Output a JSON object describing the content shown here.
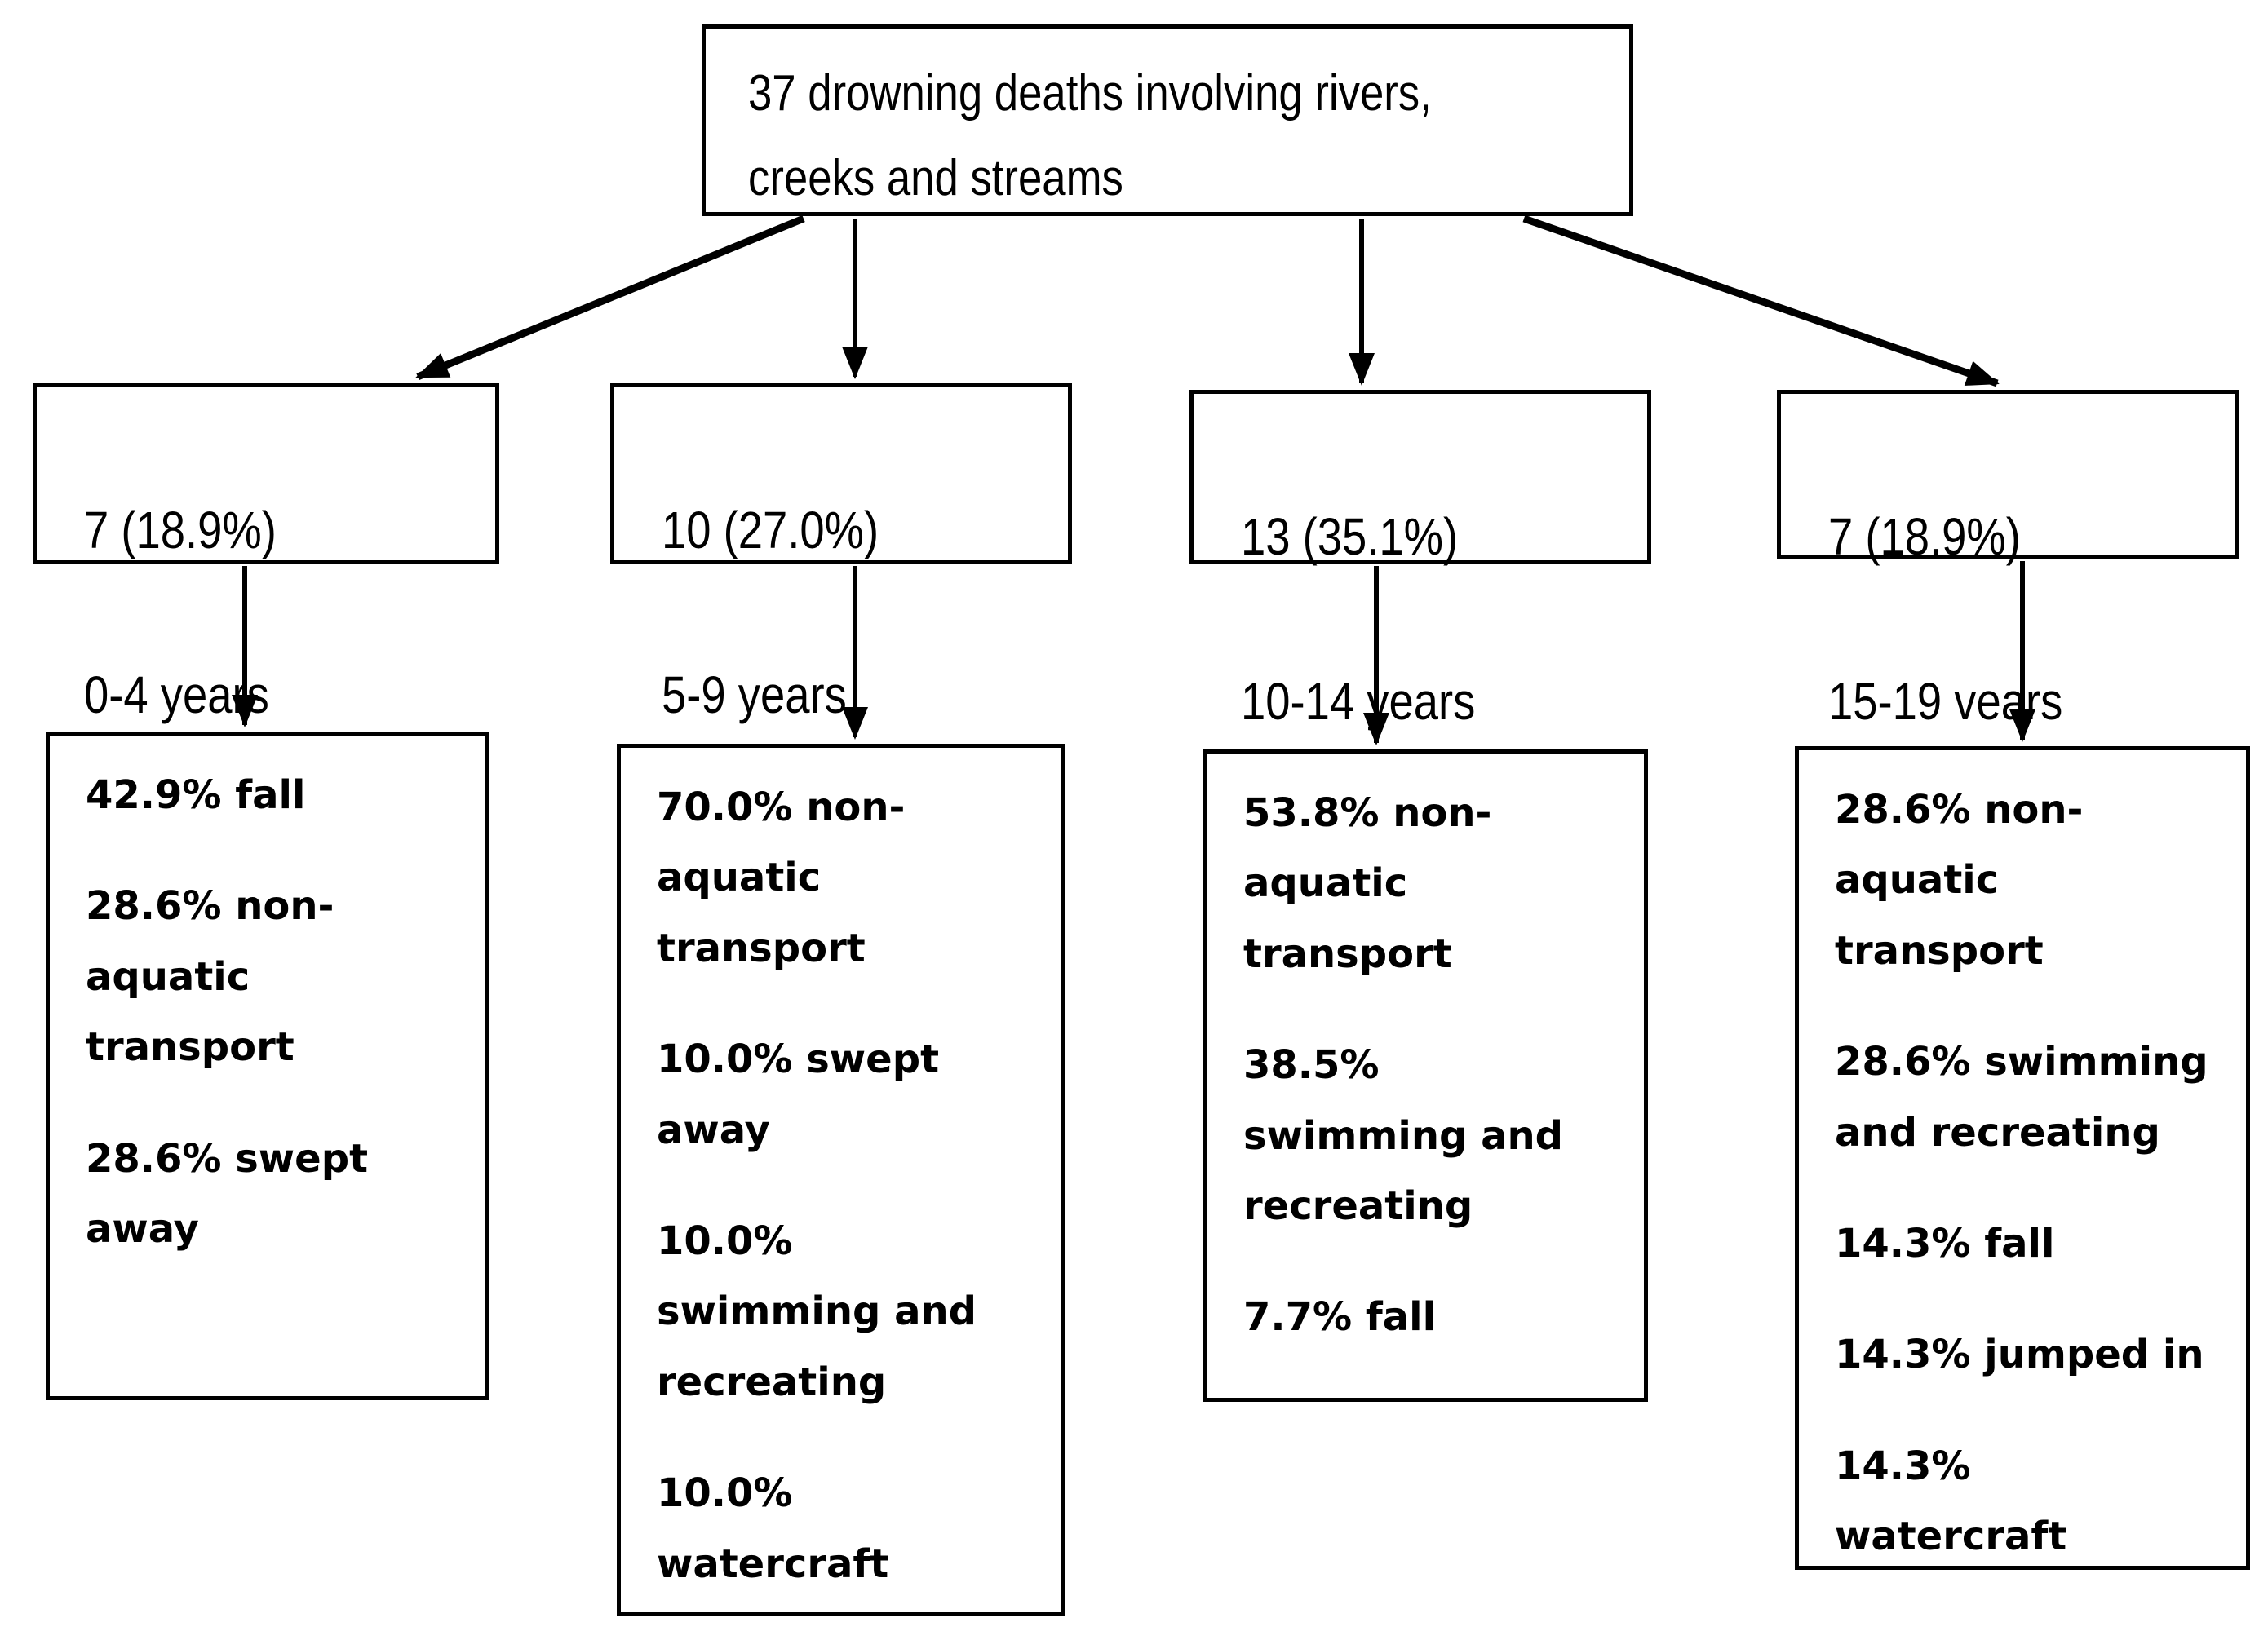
{
  "figure": {
    "colors": {
      "ink": "#000000",
      "background": "#ffffff"
    },
    "root_box": {
      "text": "37 drowning deaths involving rivers,\ncreeks and streams"
    },
    "age_groups": [
      {
        "count_label": "7 (18.9%)",
        "age_label": "0-4 years",
        "outcomes": [
          "42.9% fall",
          "28.6% non-\naquatic\ntransport",
          "28.6% swept\naway"
        ]
      },
      {
        "count_label": "10 (27.0%)",
        "age_label": "5-9 years",
        "outcomes": [
          "70.0% non-\naquatic\ntransport",
          "10.0% swept\naway",
          "10.0%\nswimming and\nrecreating",
          "10.0%\nwatercraft"
        ]
      },
      {
        "count_label": "13 (35.1%)",
        "age_label": "10-14 years",
        "outcomes": [
          "53.8% non-\naquatic\ntransport",
          "38.5%\nswimming and\nrecreating",
          "7.7% fall"
        ]
      },
      {
        "count_label": "7 (18.9%)",
        "age_label": "15-19 vears",
        "outcomes": [
          "28.6% non-\naquatic\ntransport",
          "28.6% swimming\nand recreating",
          "14.3% fall",
          "14.3% jumped in",
          "14.3%\nwatercraft"
        ]
      }
    ]
  }
}
